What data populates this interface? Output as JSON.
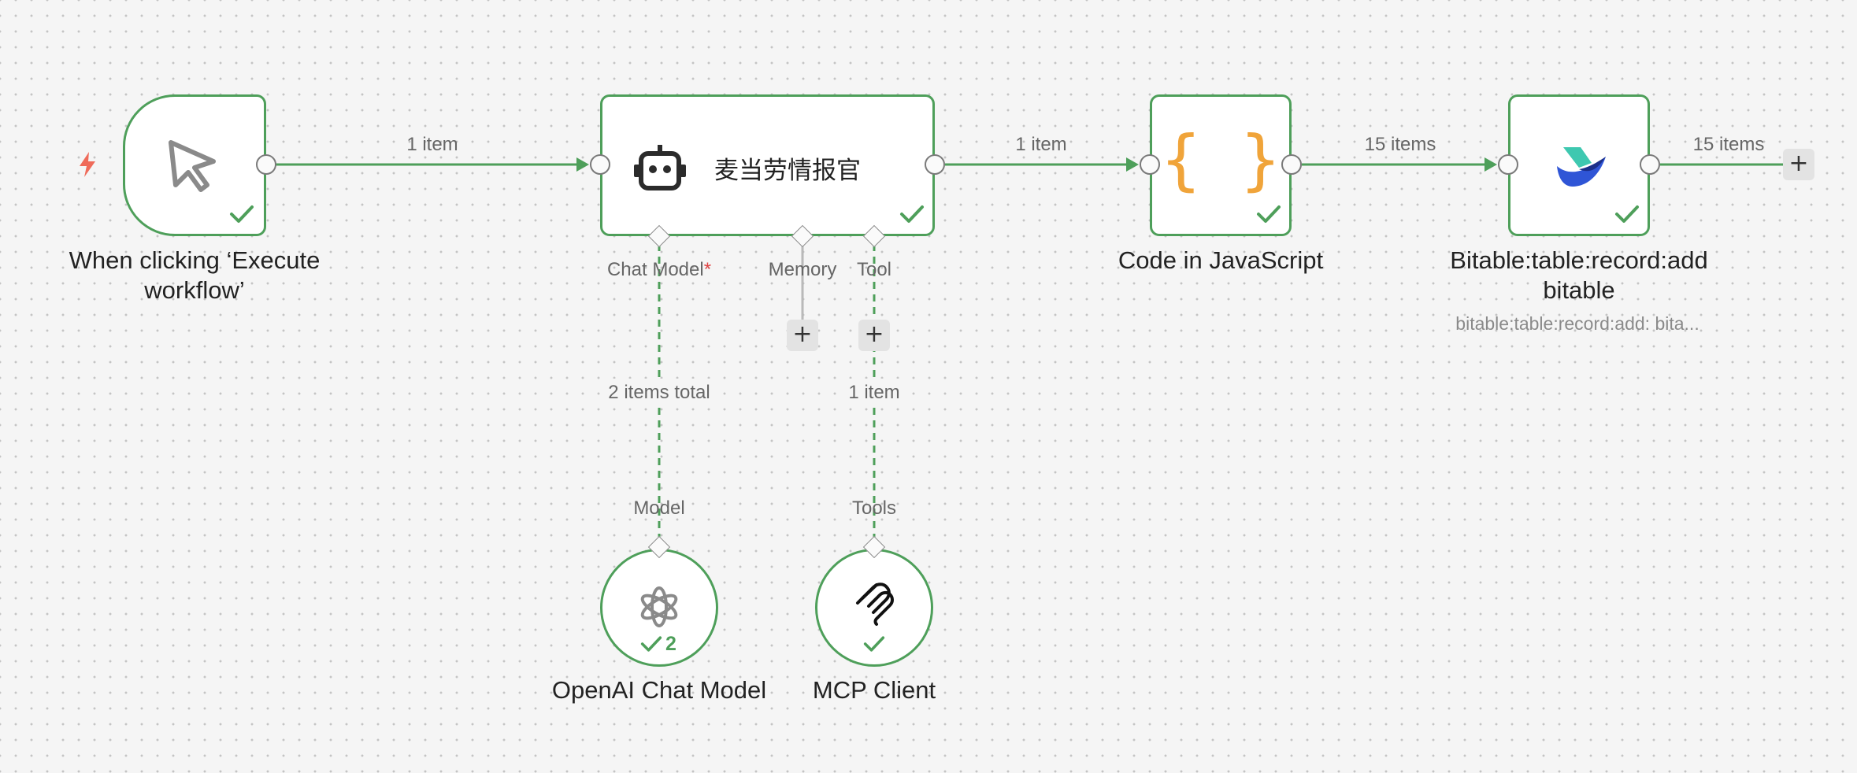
{
  "colors": {
    "edge": "#4e9f5a",
    "sub_edge": "#b9b9b9",
    "js_brace": "#f0a43a",
    "required": "#e04444",
    "trigger_bolt": "#ef6b5a"
  },
  "nodes": {
    "trigger": {
      "title": "When clicking ‘Execute workflow’",
      "icon": "cursor-arrow-icon"
    },
    "agent": {
      "title": "麦当劳情报官",
      "icon": "robot-icon"
    },
    "code": {
      "title": "Code in JavaScript",
      "icon": "braces-icon",
      "icon_text": "{ }"
    },
    "bitable": {
      "title": "Bitable:table:record:add bitable",
      "subtitle": "bitable:table:record:add: bita...",
      "icon": "lark-bird-icon"
    },
    "openai": {
      "title": "OpenAI Chat Model",
      "icon": "openai-icon",
      "run_count": "2"
    },
    "mcp": {
      "title": "MCP Client",
      "icon": "mcp-icon"
    }
  },
  "edges": {
    "trigger_to_agent": "1 item",
    "agent_to_code": "1 item",
    "code_to_bitable": "15 items",
    "bitable_out": "15 items",
    "model_link": "2 items total",
    "tool_link": "1 item"
  },
  "agent_ports": {
    "chat_model": "Chat Model",
    "chat_model_required": "*",
    "memory": "Memory",
    "tool": "Tool"
  },
  "sub_ports": {
    "model": "Model",
    "tools": "Tools"
  },
  "add_symbol": "+"
}
